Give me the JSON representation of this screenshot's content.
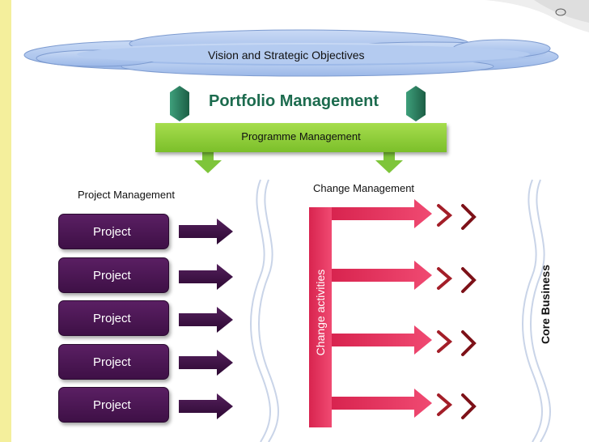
{
  "vision": "Vision and Strategic Objectives",
  "portfolio": "Portfolio Management",
  "programme": "Programme Management",
  "project_mgmt": "Project Management",
  "change_mgmt": "Change Management",
  "change_activities": "Change activities",
  "core_business": "Core Business",
  "projects": [
    "Project",
    "Project",
    "Project",
    "Project",
    "Project"
  ],
  "colors": {
    "cloud": "#a9c3ec",
    "portfolio_text": "#1c6b4e",
    "programme_bar": "#8ecb3a",
    "project_box": "#4b1655",
    "project_arrow": "#3a0f42",
    "change_shape": "#e0305c",
    "chevron": "#8b1a22",
    "side_band": "#f4ef9c"
  }
}
